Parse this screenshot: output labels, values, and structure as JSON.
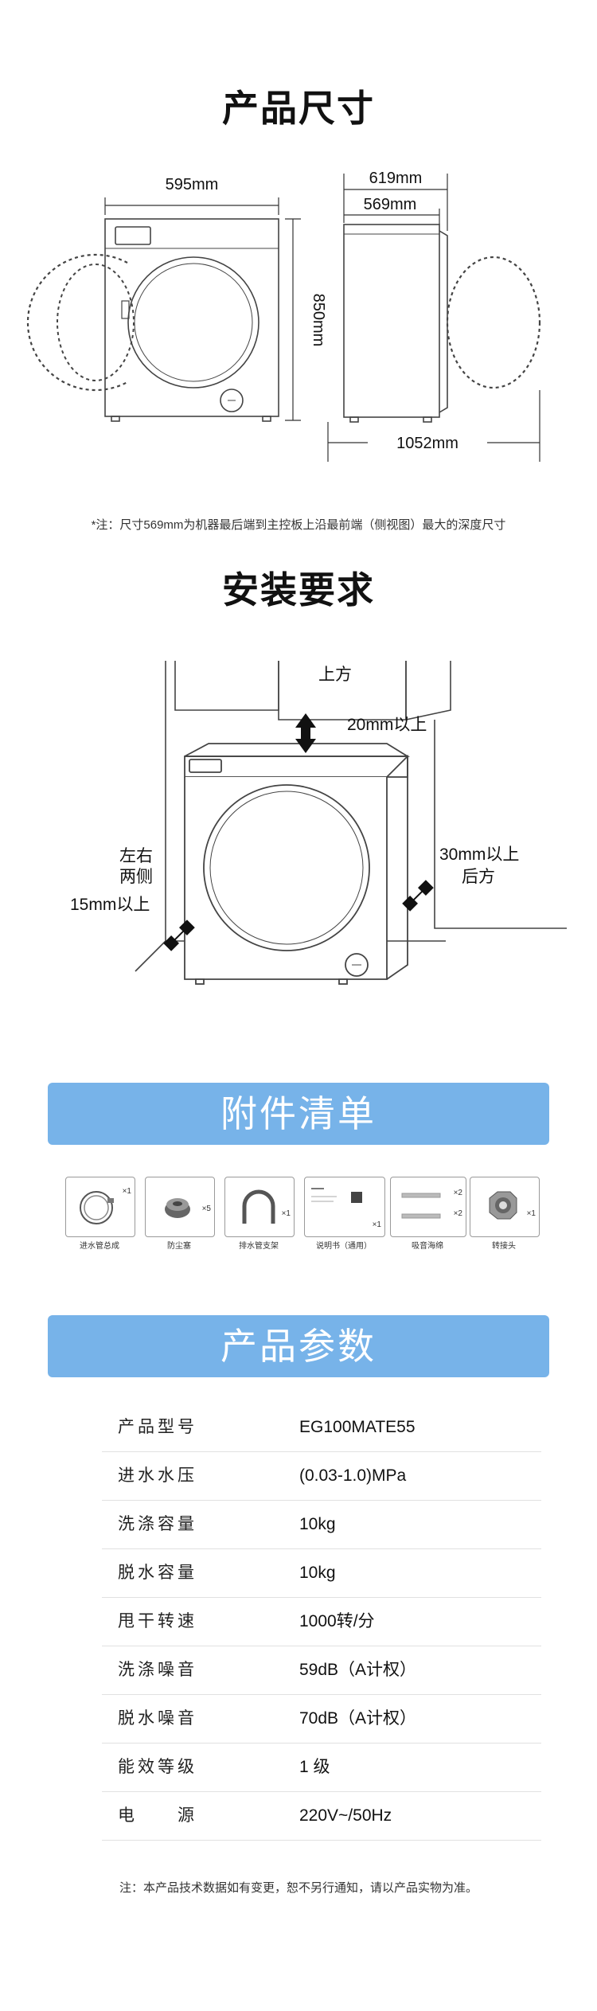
{
  "dimensions": {
    "title": "产品尺寸",
    "width": "595mm",
    "height": "850mm",
    "depth_total": "619mm",
    "depth_body": "569mm",
    "depth_door_open": "1052mm",
    "note": "*注：尺寸569mm为机器最后端到主控板上沿最前端（侧视图）最大的深度尺寸"
  },
  "installation": {
    "title": "安装要求",
    "top_label": "上方",
    "top_clearance": "20mm以上",
    "side_label_line1": "左右",
    "side_label_line2": "两侧",
    "side_clearance": "15mm以上",
    "back_clearance": "30mm以上",
    "back_label": "后方"
  },
  "accessories": {
    "title": "附件清单",
    "items": [
      {
        "label": "进水管总成",
        "qty": "×1"
      },
      {
        "label": "防尘塞",
        "qty": "×5"
      },
      {
        "label": "排水管支架",
        "qty": "×1"
      },
      {
        "label": "说明书（通用）",
        "qty": "×1"
      },
      {
        "label": "吸音海绵",
        "qty": "×2",
        "qty2": "×2"
      },
      {
        "label": "转接头",
        "qty": "×1"
      }
    ]
  },
  "parameters": {
    "title": "产品参数",
    "rows": [
      {
        "label": "产品型号",
        "value": "EG100MATE55"
      },
      {
        "label": "进水水压",
        "value": "(0.03-1.0)MPa"
      },
      {
        "label": "洗涤容量",
        "value": "10kg"
      },
      {
        "label": "脱水容量",
        "value": "10kg"
      },
      {
        "label": "甩干转速",
        "value": "1000转/分"
      },
      {
        "label": "洗涤噪音",
        "value": "59dB（A计权）"
      },
      {
        "label": "脱水噪音",
        "value": "70dB（A计权）"
      },
      {
        "label": "能效等级",
        "value": "1 级"
      },
      {
        "label": "电　　源",
        "value": "220V~/50Hz"
      }
    ],
    "footnote": "注：本产品技术数据如有变更，恕不另行通知，请以产品实物为准。"
  }
}
